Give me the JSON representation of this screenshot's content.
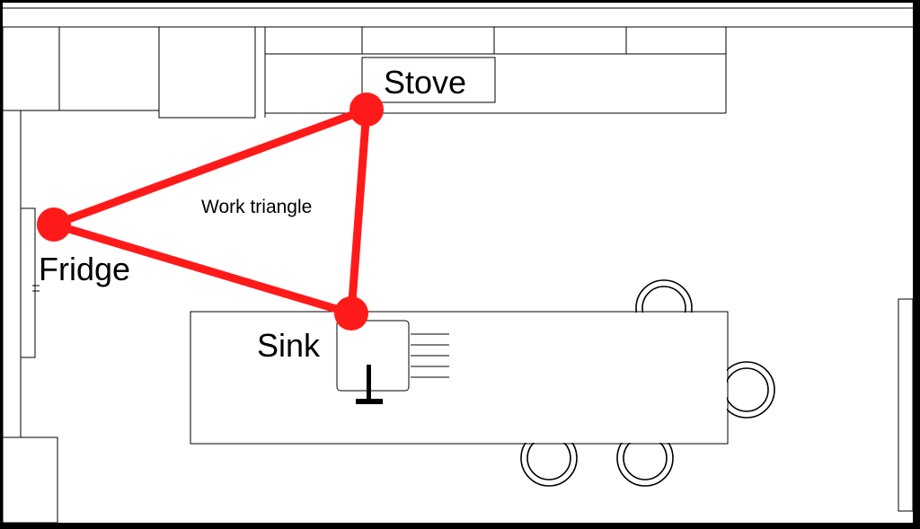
{
  "labels": {
    "stove": "Stove",
    "fridge": "Fridge",
    "sink": "Sink",
    "triangle": "Work triangle"
  },
  "colors": {
    "triangle": "#ff1a1a",
    "background": "#ffffff",
    "frame": "#000000"
  }
}
